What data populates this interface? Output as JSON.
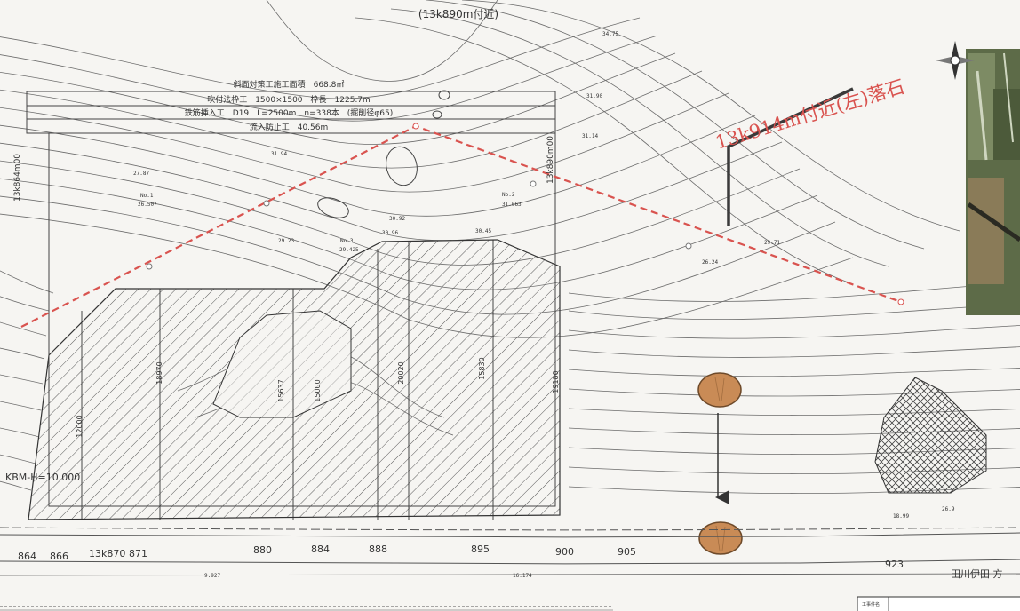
{
  "header": {
    "location": "(13k890m付近)"
  },
  "annotation": {
    "rockfall_label": "13k914m付近(左)落石"
  },
  "info_box": {
    "line1": "斜面対策工施工面積　668.8㎡",
    "line2": "吹付法枠工　1500×1500　枠長　1225.7m",
    "line3": "鉄筋挿入工　D19　L=2500m　n=338本　(掘削径φ65)",
    "line4": "流入防止工　40.56m"
  },
  "section_labels": {
    "left": "13k864m00",
    "right": "13k890m00"
  },
  "benchmark": "KBM-H=10.000",
  "chainage": {
    "labels": [
      "864",
      "866",
      "13k870",
      "871",
      "880",
      "884",
      "888",
      "895",
      "900",
      "905",
      "923"
    ],
    "direction": "田川伊田 方"
  },
  "dimensions": [
    "12000",
    "18970",
    "15637",
    "15000",
    "20020",
    "15830",
    "19180"
  ],
  "elevations": [
    "34.75",
    "31.90",
    "31.14",
    "29.71",
    "26.24",
    "27.87",
    "26.507",
    "31.94",
    "29.23",
    "29.425",
    "31.063",
    "30.92",
    "30.96",
    "30.45",
    "26.9",
    "18.99",
    "16.174",
    "9.927"
  ],
  "markers": [
    "No.1",
    "No.2",
    "No.3"
  ],
  "title_block": {
    "label": "工事件名"
  },
  "colors": {
    "rock_fill": "#c98b56",
    "rock_stroke": "#6e4a2a",
    "profile_line": "#d9534f",
    "annotation_text": "#d9534f",
    "leader_line": "#3a3a3a"
  }
}
